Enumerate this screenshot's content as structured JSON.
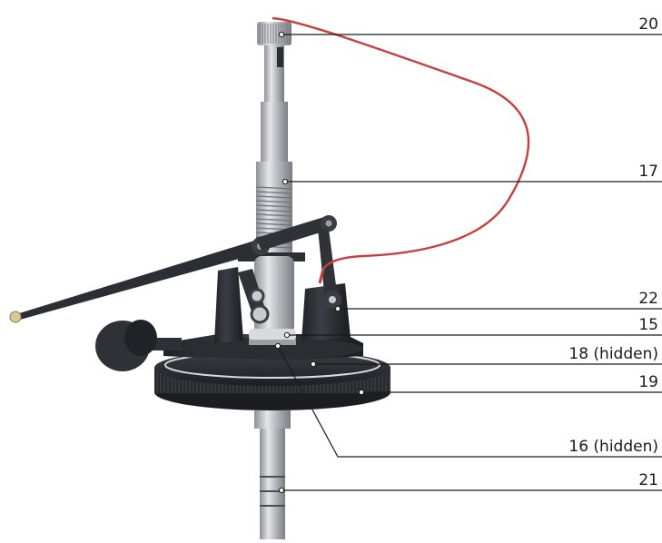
{
  "callouts": [
    {
      "id": "20",
      "label": "20"
    },
    {
      "id": "17",
      "label": "17"
    },
    {
      "id": "22",
      "label": "22"
    },
    {
      "id": "15",
      "label": "15"
    },
    {
      "id": "18",
      "label": "18 (hidden)"
    },
    {
      "id": "19",
      "label": "19"
    },
    {
      "id": "16",
      "label": "16 (hidden)"
    },
    {
      "id": "21",
      "label": "21"
    }
  ],
  "colors": {
    "line": "#1a1a1a",
    "metal": "#b9bcc0",
    "dark_plastic": "#2b2e32",
    "wire": "#c7403f"
  }
}
